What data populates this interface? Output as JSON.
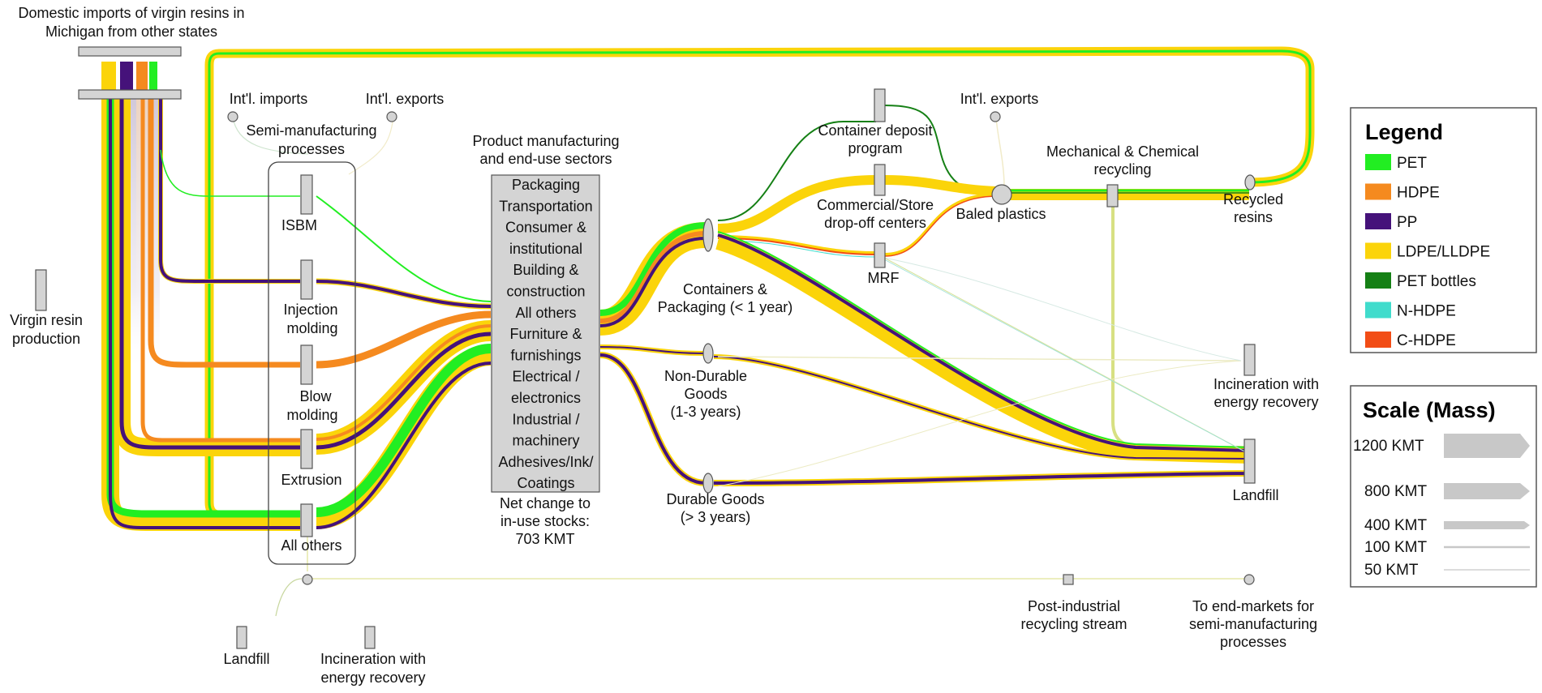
{
  "colors": {
    "PET": "#22ee22",
    "HDPE": "#f58a1f",
    "PP": "#45127a",
    "LDPE": "#fbd40a",
    "PET_bottles": "#158015",
    "N_HDPE": "#40dccc",
    "C_HDPE": "#f24d16"
  },
  "labels": {
    "domestic_imports_l1": "Domestic imports of virgin resins in",
    "domestic_imports_l2": "Michigan from other states",
    "virgin_l1": "Virgin resin",
    "virgin_l2": "production",
    "intl_imports": "Int'l. imports",
    "intl_exports_1": "Int'l. exports",
    "semi_l1": "Semi-manufacturing",
    "semi_l2": "processes",
    "isbm": "ISBM",
    "injection_l1": "Injection",
    "injection_l2": "molding",
    "blow_l1": "Blow",
    "blow_l2": "molding",
    "extrusion": "Extrusion",
    "all_others": "All others",
    "product_l1": "Product manufacturing",
    "product_l2": "and end-use sectors",
    "net_l1": "Net change to",
    "net_l2": "in-use stocks:",
    "net_l3": "703 KMT",
    "containers_l1": "Containers &",
    "containers_l2": "Packaging (< 1 year)",
    "nondurable_l1": "Non-Durable",
    "nondurable_l2": "Goods",
    "nondurable_l3": "(1-3 years)",
    "durable_l1": "Durable Goods",
    "durable_l2": "(> 3 years)",
    "deposit_l1": "Container deposit",
    "deposit_l2": "program",
    "commercial_l1": "Commercial/Store",
    "commercial_l2": "drop-off centers",
    "mrf": "MRF",
    "baled": "Baled plastics",
    "intl_exports_2": "Int'l. exports",
    "mech_l1": "Mechanical & Chemical",
    "mech_l2": "recycling",
    "recycled_l1": "Recycled",
    "recycled_l2": "resins",
    "incin_right_l1": "Incineration with",
    "incin_right_l2": "energy recovery",
    "landfill_right": "Landfill",
    "landfill_bottom": "Landfill",
    "incin_bottom_l1": "Incineration with",
    "incin_bottom_l2": "energy recovery",
    "post_l1": "Post-industrial",
    "post_l2": "recycling stream",
    "endmarkets_l1": "To end-markets for",
    "endmarkets_l2": "semi-manufacturing",
    "endmarkets_l3": "processes"
  },
  "sectors": [
    "Packaging",
    "Transportation",
    "Consumer &",
    "institutional",
    "Building &",
    "construction",
    "All others",
    "Furniture &",
    "furnishings",
    "Electrical /",
    "electronics",
    "Industrial /",
    "machinery",
    "Adhesives/Ink/",
    "Coatings"
  ],
  "legend": {
    "title": "Legend",
    "items": [
      {
        "label": "PET",
        "color": "#22ee22"
      },
      {
        "label": "HDPE",
        "color": "#f58a1f"
      },
      {
        "label": "PP",
        "color": "#45127a"
      },
      {
        "label": "LDPE/LLDPE",
        "color": "#fbd40a"
      },
      {
        "label": "PET bottles",
        "color": "#158015"
      },
      {
        "label": "N-HDPE",
        "color": "#40dccc"
      },
      {
        "label": "C-HDPE",
        "color": "#f24d16"
      }
    ]
  },
  "scale": {
    "title": "Scale (Mass)",
    "items": [
      {
        "label": "1200 KMT",
        "kmt": 1200
      },
      {
        "label": "800 KMT",
        "kmt": 800
      },
      {
        "label": "400 KMT",
        "kmt": 400
      },
      {
        "label": "100 KMT",
        "kmt": 100
      },
      {
        "label": "50 KMT",
        "kmt": 50
      }
    ]
  }
}
